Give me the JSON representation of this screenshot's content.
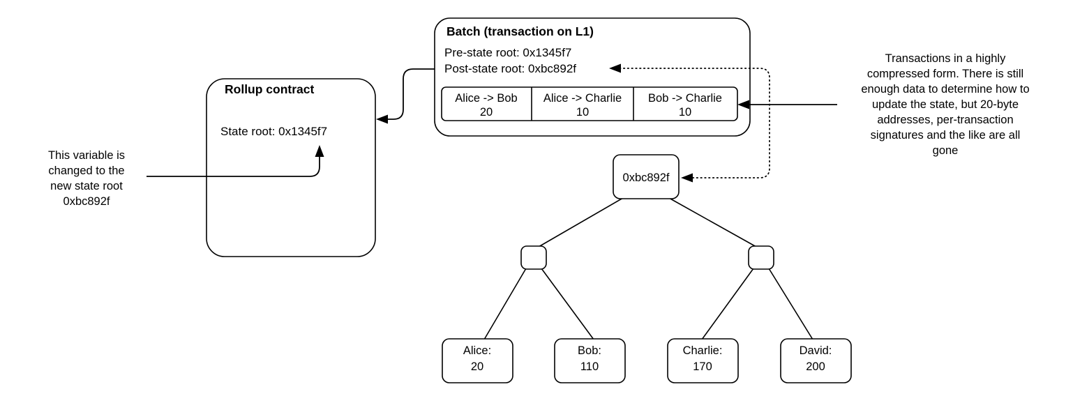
{
  "diagram": {
    "title": "Optimistic rollup batch and state tree diagram",
    "background_color": "#ffffff",
    "stroke_color": "#000000"
  },
  "rollup_contract": {
    "title": "Rollup contract",
    "state_root_label": "State root: 0x1345f7"
  },
  "batch": {
    "title": "Batch (transaction on L1)",
    "pre_state_root": "Pre-state root: 0x1345f7",
    "post_state_root": "Post-state root: 0xbc892f",
    "transactions": [
      {
        "parties": "Alice -> Bob",
        "amount": "20"
      },
      {
        "parties": "Alice -> Charlie",
        "amount": "10"
      },
      {
        "parties": "Bob -> Charlie",
        "amount": "10"
      }
    ]
  },
  "annotations": {
    "left": [
      "This variable is",
      "changed to the",
      "new state root",
      "0xbc892f"
    ],
    "right": [
      "Transactions in a highly",
      "compressed form. There is still",
      "enough data to determine how to",
      "update the state, but 20-byte",
      "addresses, per-transaction",
      "signatures and the like are all",
      "gone"
    ]
  },
  "state_tree": {
    "root": {
      "label": "0xbc892f"
    },
    "internal_nodes": [
      {
        "label": ""
      },
      {
        "label": ""
      }
    ],
    "leaves": [
      {
        "name": "Alice:",
        "balance": "20"
      },
      {
        "name": "Bob:",
        "balance": "110"
      },
      {
        "name": "Charlie:",
        "balance": "170"
      },
      {
        "name": "David:",
        "balance": "200"
      }
    ]
  }
}
